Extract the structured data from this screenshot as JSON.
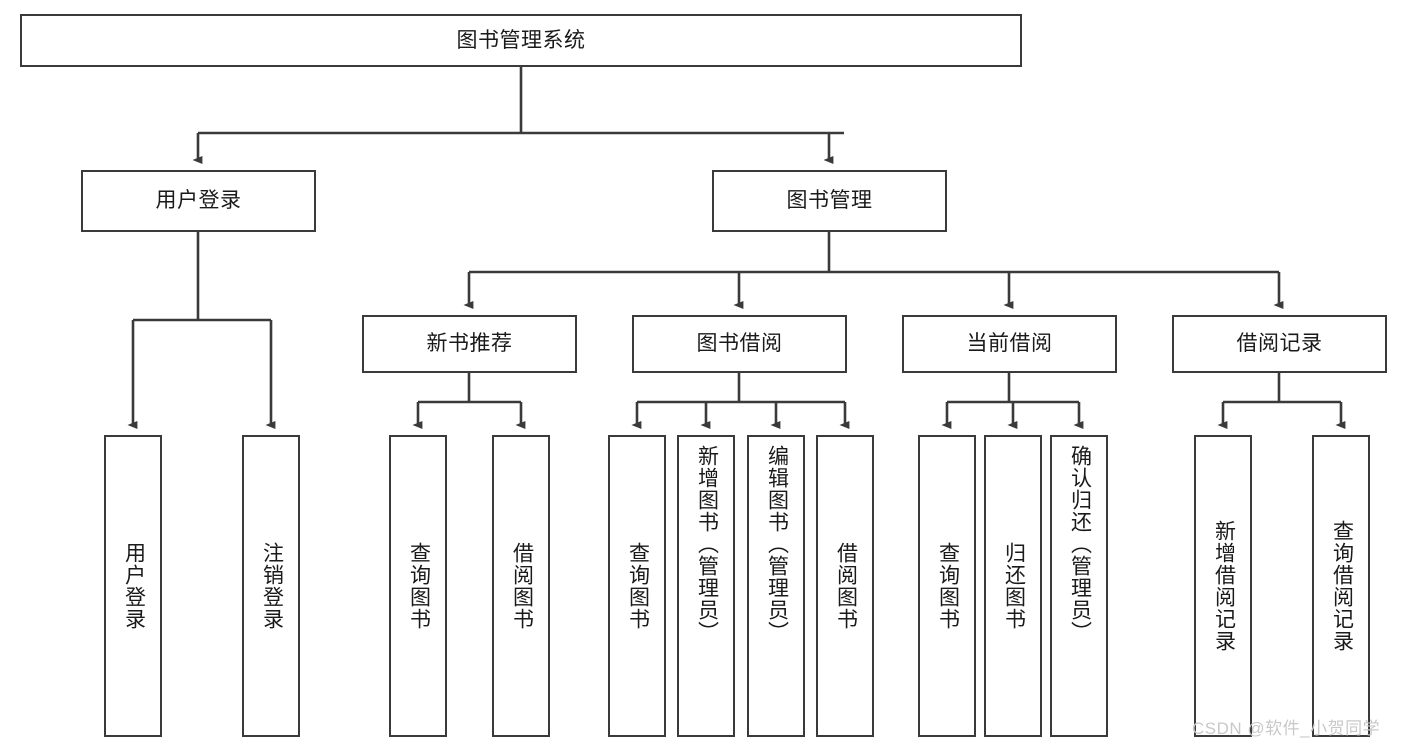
{
  "diagram": {
    "title": "图书管理系统",
    "type": "tree-hierarchy-chart",
    "colors": {
      "border": "#3a3a3a",
      "background": "#ffffff",
      "text": "#1a1a1a",
      "watermark": "#c9c9c9"
    },
    "root": {
      "label": "图书管理系统"
    },
    "level2": [
      {
        "label": "用户登录"
      },
      {
        "label": "图书管理"
      }
    ],
    "level3": [
      {
        "label": "新书推荐"
      },
      {
        "label": "图书借阅"
      },
      {
        "label": "当前借阅"
      },
      {
        "label": "借阅记录"
      }
    ],
    "leaves_user_login": [
      {
        "label": "用户登录"
      },
      {
        "label": "注销登录"
      }
    ],
    "leaves_new_books": [
      {
        "label": "查询图书"
      },
      {
        "label": "借阅图书"
      }
    ],
    "leaves_borrow": [
      {
        "label": "查询图书"
      },
      {
        "label": "新增图书（管理员）"
      },
      {
        "label": "编辑图书（管理员）"
      },
      {
        "label": "借阅图书"
      }
    ],
    "leaves_current": [
      {
        "label": "查询图书"
      },
      {
        "label": "归还图书"
      },
      {
        "label": "确认归还（管理员）"
      }
    ],
    "leaves_records": [
      {
        "label": "新增借阅记录"
      },
      {
        "label": "查询借阅记录"
      }
    ]
  },
  "watermark": {
    "text": "CSDN @软件_小贺同学"
  }
}
